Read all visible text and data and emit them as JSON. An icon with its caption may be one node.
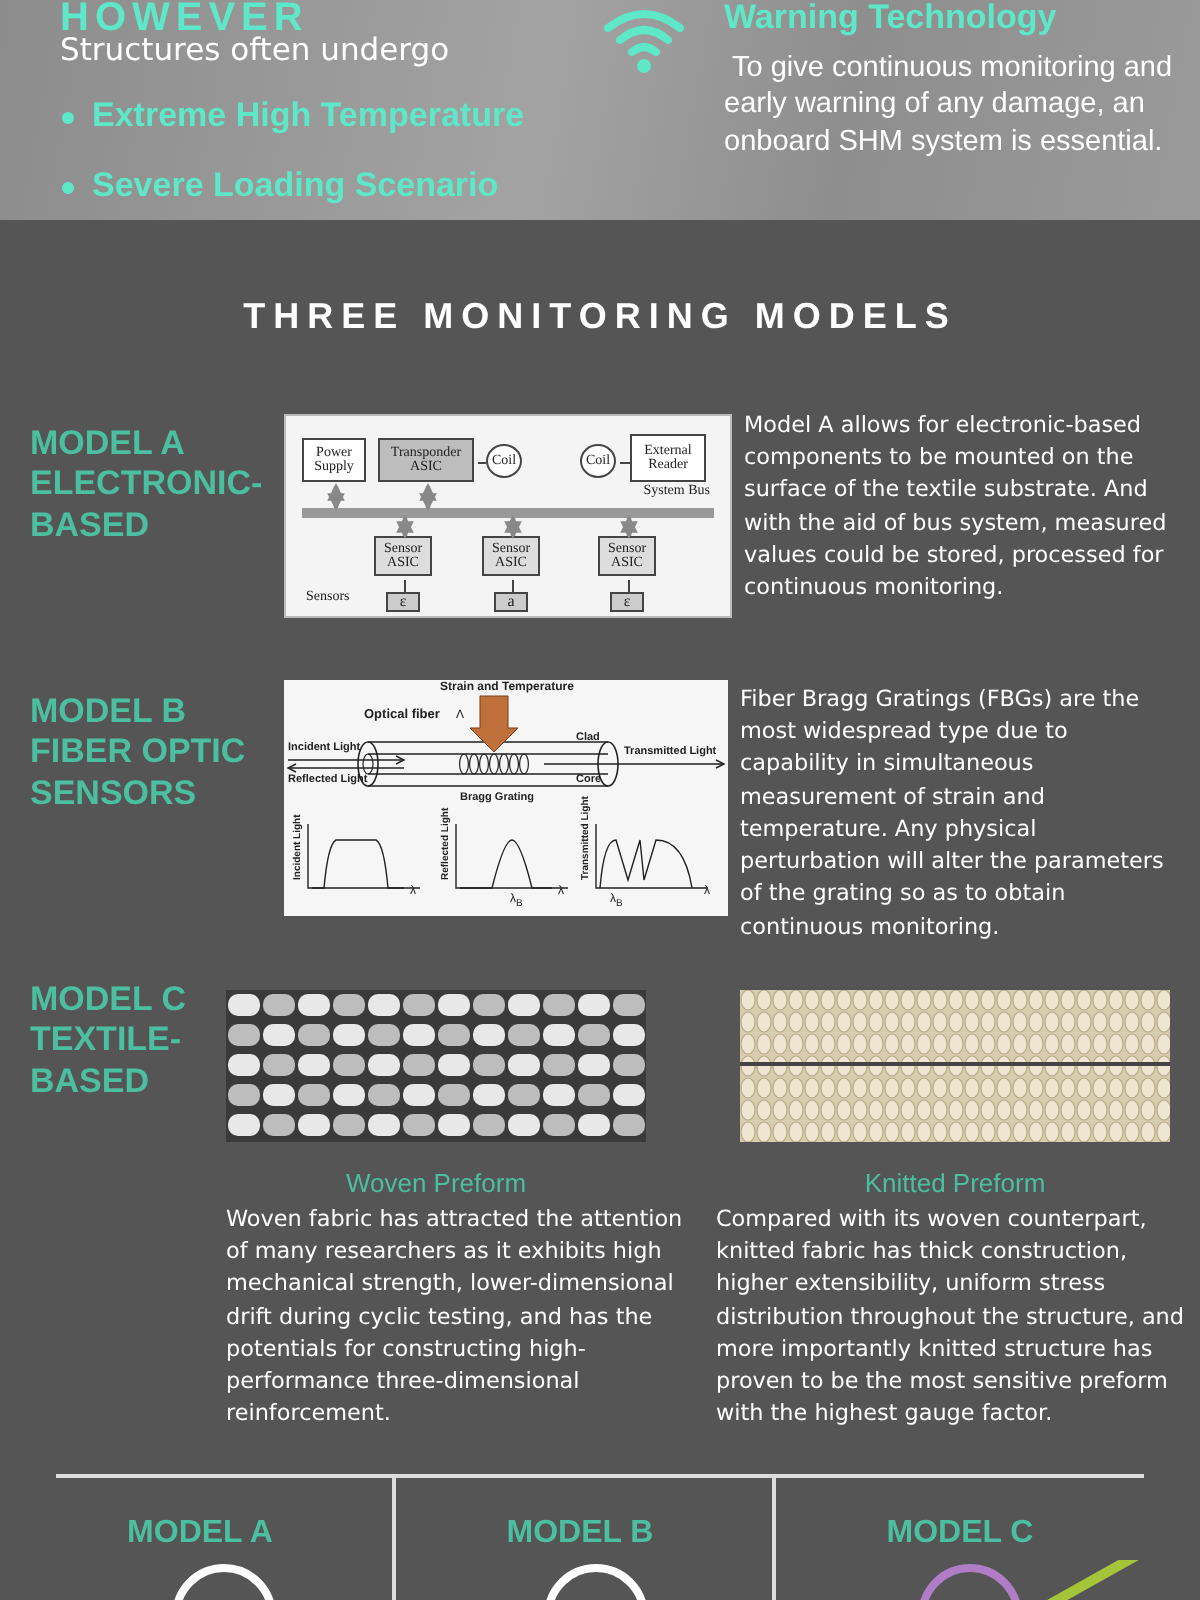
{
  "diagram": {
    "title": "THREE MONITORING MODELS",
    "nodes": [
      {
        "text": [
          "Power Supply"
        ]
      },
      {
        "text": [
          "Transponder ASIC"
        ]
      },
      {
        "text": [
          "Coil"
        ]
      },
      {
        "text": [
          "Coil"
        ]
      },
      {
        "text": [
          "External Reader"
        ]
      },
      {
        "text": [
          "System Bus"
        ]
      },
      {
        "text": [
          "Sensor ASIC"
        ]
      },
      {
        "text": [
          "Sensor ASIC"
        ]
      },
      {
        "text": [
          "Sensor ASIC"
        ]
      },
      {
        "text": [
          "ε"
        ]
      },
      {
        "text": [
          "a"
        ]
      },
      {
        "text": [
          "ε"
        ]
      }
    ],
    "edges": [
      {
        "from": 5,
        "to": 0,
        "arrow": "both"
      },
      {
        "from": 5,
        "to": 1,
        "arrow": "both"
      },
      {
        "from": 1,
        "to": 2,
        "arrow": "none"
      },
      {
        "from": 3,
        "to": 4,
        "arrow": "none"
      },
      {
        "from": 5,
        "to": 6,
        "arrow": "both"
      },
      {
        "from": 5,
        "to": 7,
        "arrow": "both"
      },
      {
        "from": 5,
        "to": 8,
        "arrow": "both"
      },
      {
        "from": 6,
        "to": 9,
        "arrow": "none"
      },
      {
        "from": 7,
        "to": 10,
        "arrow": "none"
      },
      {
        "from": 8,
        "to": 11,
        "arrow": "none"
      }
    ],
    "labels": [
      "HOWEVER",
      "Structures often undergo",
      "Extreme High Temperature",
      "Severe Loading Scenario",
      "Warning Technology",
      "To give continuous monitoring and early warning of any damage, an onboard SHM system is essential.",
      "MODEL A ELECTRONIC-BASED",
      "Model A allows for electronic-based components to be mounted on the surface of the textile substrate. And with the aid of bus system, measured values could be stored, processed for continuous monitoring.",
      "Sensors",
      "MODEL B FIBER OPTIC SENSORS",
      "Strain and Temperature",
      "Optical fiber",
      "Λ",
      "Incident Light",
      "Clad",
      "Transmitted Light",
      "Reflected Light",
      "Core",
      "Bragg Grating",
      "Incident Light",
      "λ",
      "Reflected Light",
      "λ$_{B}$",
      "λ",
      "Transmitted Light",
      "λ$_{B}$",
      "λ",
      "Fiber Bragg Gratings (FBGs) are the most widespread type due to capability in simultaneous measurement of strain and temperature.  Any physical perturbation will alter the parameters of the grating so as to obtain continuous monitoring.",
      "MODEL C TEXTILE-BASED",
      "Woven Preform",
      "Knitted Preform",
      "Woven fabric has attracted the attention of many researchers as it exhibits high mechanical strength, lower-dimensional drift during cyclic testing, and has the potentials for constructing high-performance three-dimensional reinforcement.",
      "Compared with its woven counterpart, knitted fabric has thick construction, higher extensibility, uniform stress distribution throughout the structure, and more importantly knitted structure has proven to be the most sensitive preform with the highest gauge factor.",
      "MODEL A",
      "MODEL B",
      "MODEL C"
    ]
  }
}
